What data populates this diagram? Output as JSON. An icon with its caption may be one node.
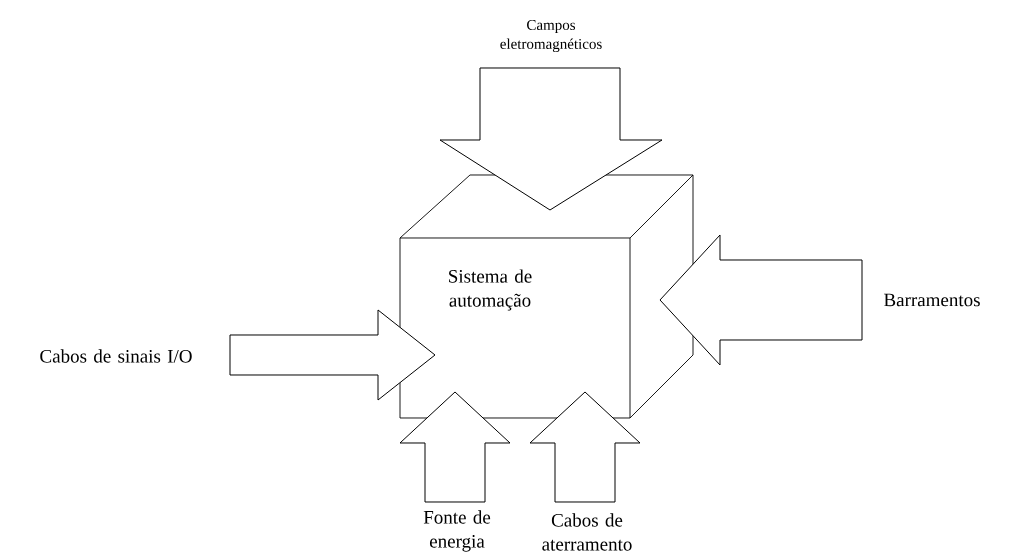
{
  "diagram": {
    "nodes": [
      {
        "text": [
          "Campos eletromagnéticos"
        ]
      },
      {
        "text": [
          "Barramentos"
        ]
      },
      {
        "text": [
          "Sistema de automação"
        ]
      },
      {
        "text": [
          "Cabos de sinais I/O"
        ]
      },
      {
        "text": [
          "Fonte de energia"
        ]
      },
      {
        "text": [
          "Cabos de aterramento"
        ]
      }
    ],
    "edges": [
      {
        "from": 0,
        "to": 2,
        "arrow": "to"
      },
      {
        "from": 1,
        "to": 2,
        "arrow": "to"
      },
      {
        "from": 3,
        "to": 2,
        "arrow": "to"
      },
      {
        "from": 4,
        "to": 2,
        "arrow": "to"
      },
      {
        "from": 5,
        "to": 2,
        "arrow": "to"
      }
    ]
  }
}
